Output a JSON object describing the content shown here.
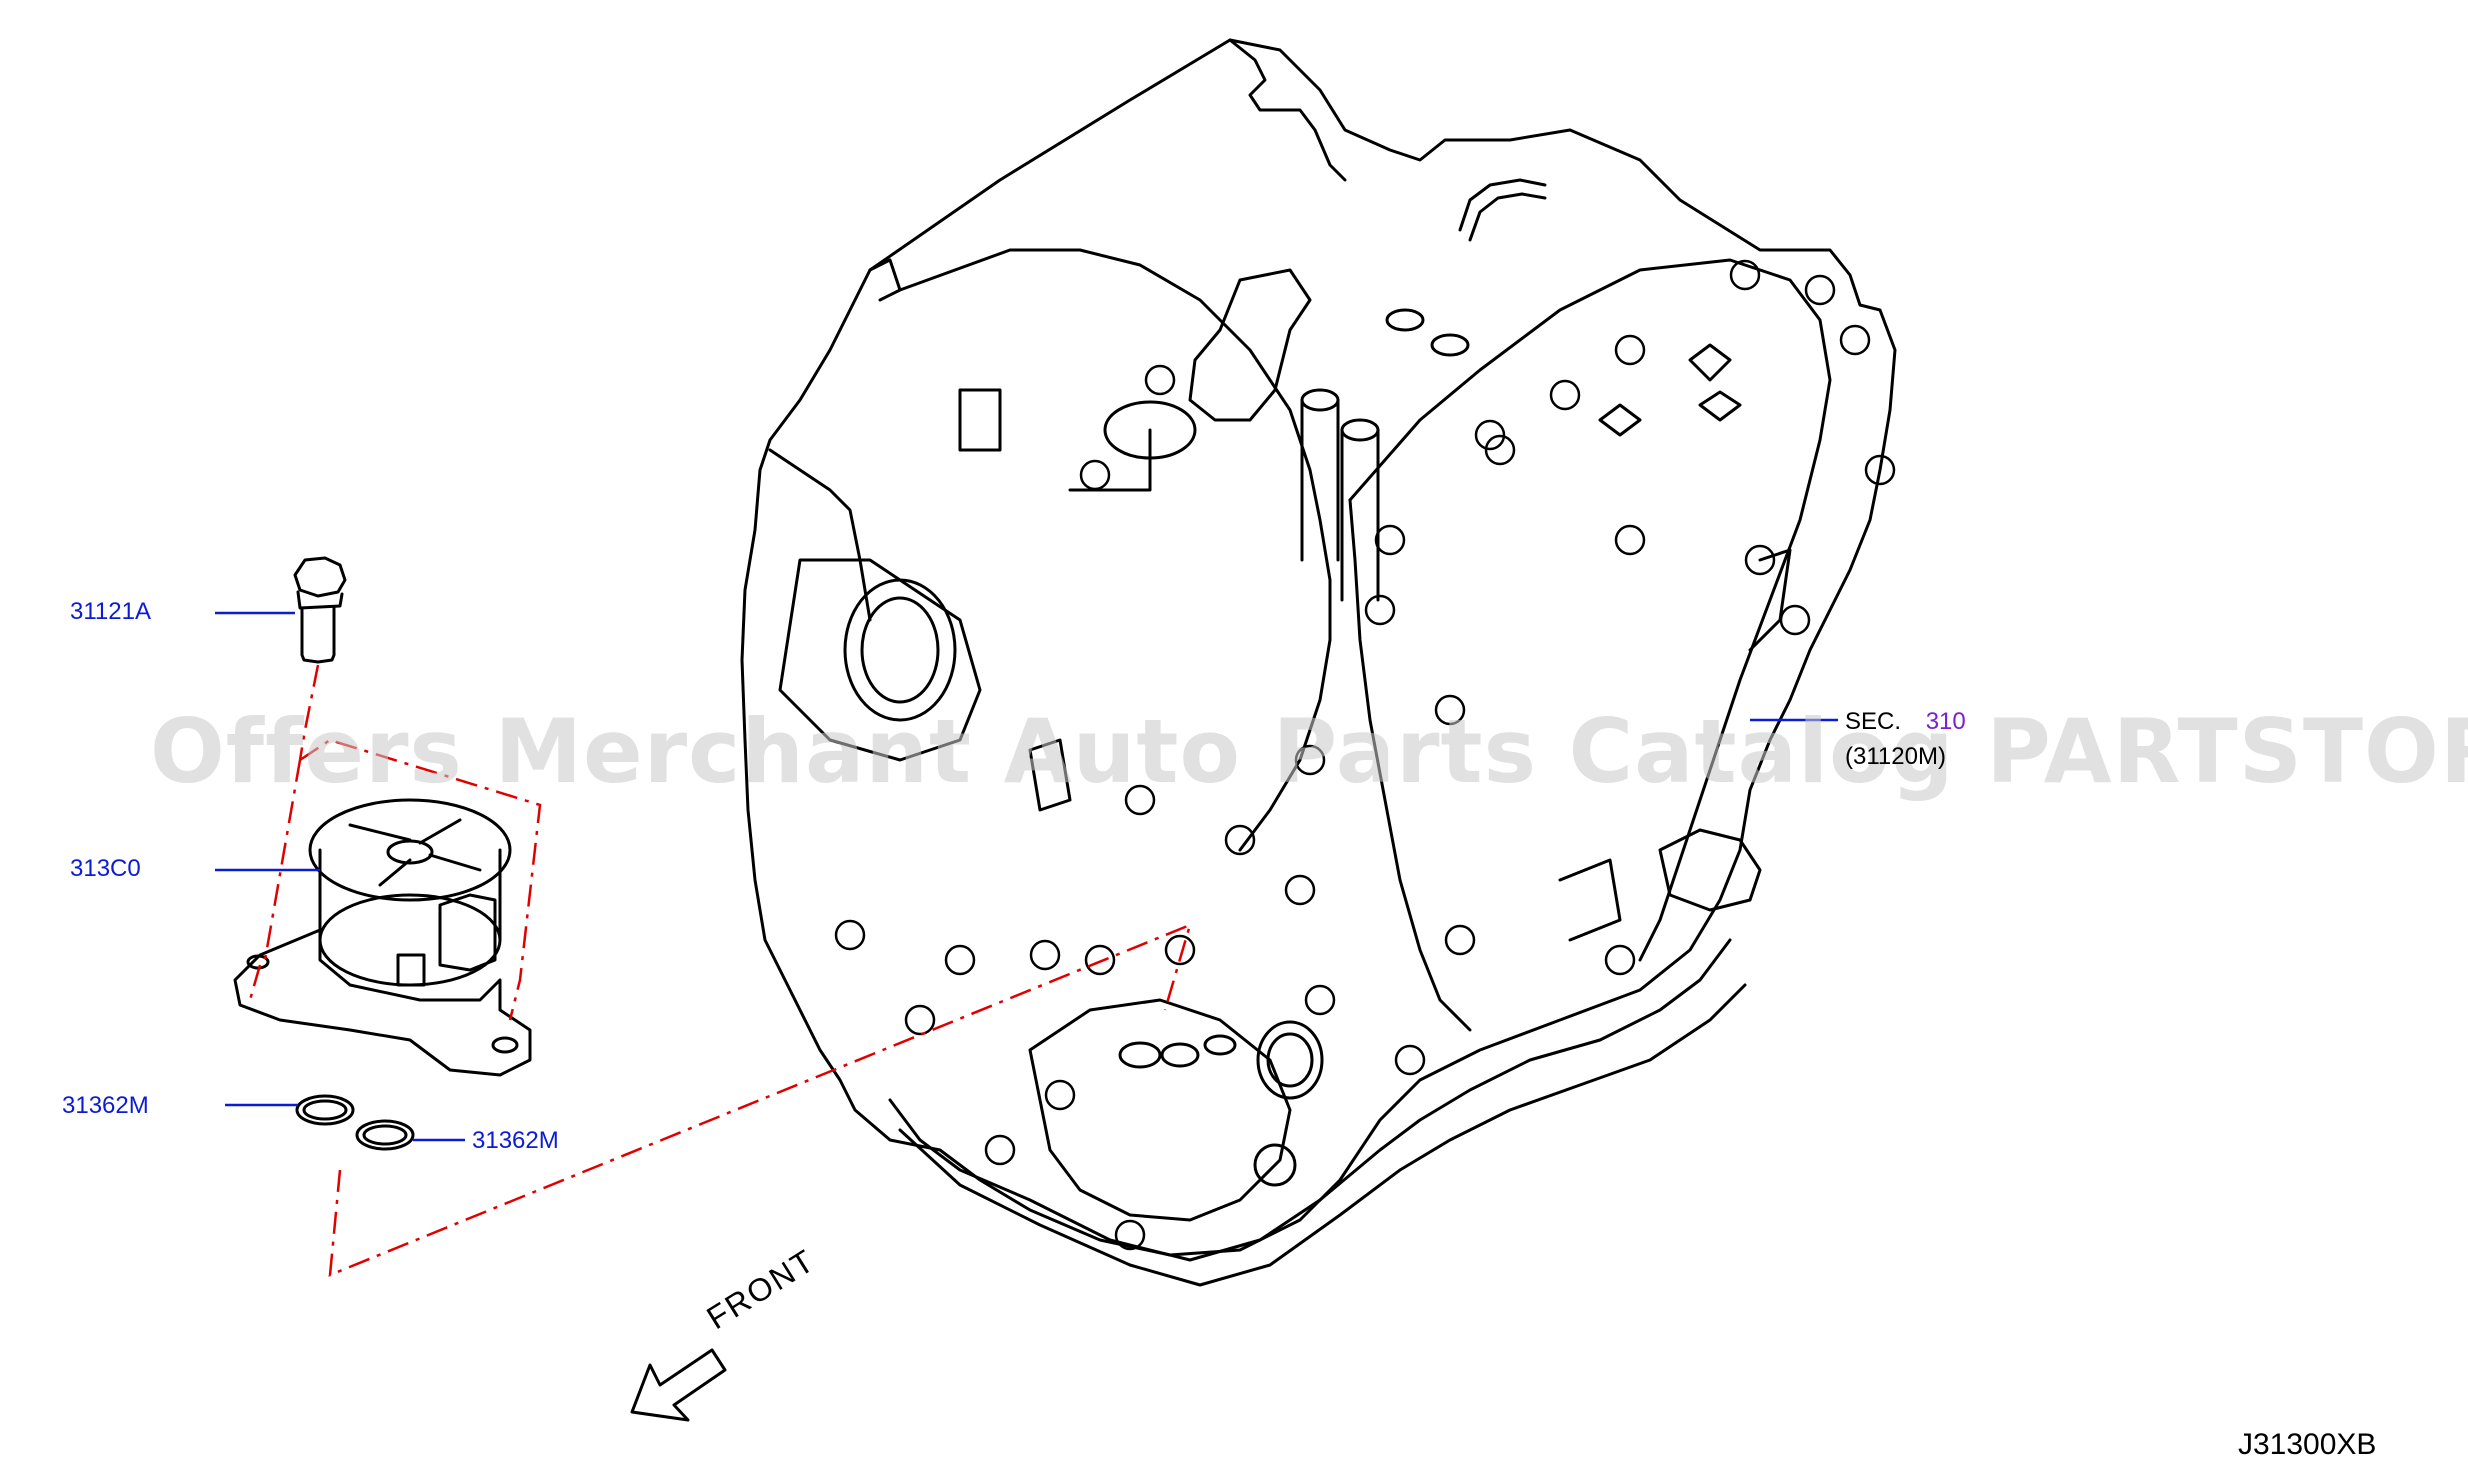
{
  "watermark": "Offers Merchant Auto Parts Catalog PARTSTORE.SA",
  "diagram_code": "J31300XB",
  "direction_label": "FRONT",
  "section_ref": {
    "prefix": "SEC.",
    "number": "310",
    "sub": "(31120M)"
  },
  "callouts": [
    {
      "id": "bolt",
      "label": "31121A"
    },
    {
      "id": "solenoid",
      "label": "313C0"
    },
    {
      "id": "oring_left",
      "label": "31362M"
    },
    {
      "id": "oring_right",
      "label": "31362M"
    }
  ],
  "colors": {
    "line": "#000000",
    "callout_text": "#0b1bd6",
    "leader": "#0b1bd6",
    "dashed_guide": "#e00000",
    "section_number": "#7b1fd0"
  }
}
